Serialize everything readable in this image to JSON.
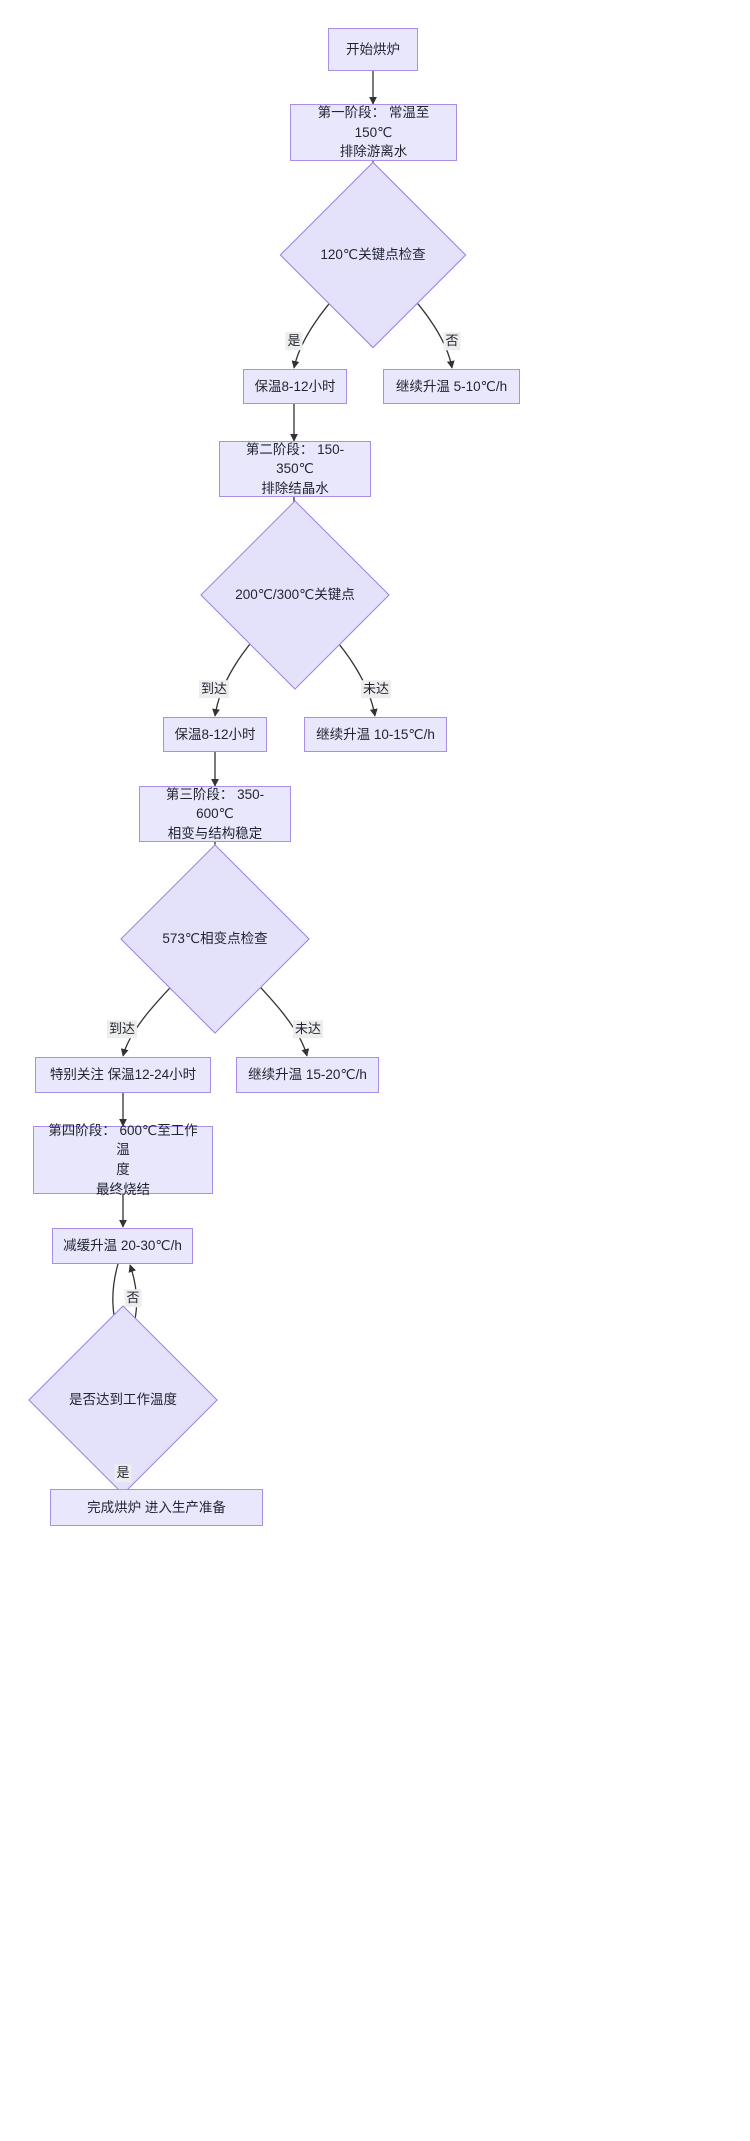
{
  "diagram": {
    "title": "烉炉升温流程图",
    "type": "flowchart",
    "direction": "top-to-bottom",
    "colors": {
      "node_fill": "#e9e7fb",
      "node_border": "#a98fe8",
      "decision_fill": "#e4e2fb",
      "decision_border": "#9a7ee4",
      "edge": "#333333",
      "text": "#1f2430",
      "edge_label_bg": "#ededed",
      "background": "#ffffff"
    }
  },
  "nodes": {
    "start": {
      "label": "开始烘炉",
      "shape": "rect"
    },
    "stage1": {
      "label": "第一阶段： 常温至150℃\n排除游离水",
      "shape": "rect"
    },
    "check120": {
      "label": "120℃关键点检查",
      "shape": "diamond"
    },
    "hold1": {
      "label": "保温8-12小时",
      "shape": "rect"
    },
    "heat1": {
      "label": "继续升温 5-10℃/h",
      "shape": "rect"
    },
    "stage2": {
      "label": "第二阶段： 150-350℃\n排除结晶水",
      "shape": "rect"
    },
    "check200300": {
      "label": "200℃/300℃关键点",
      "shape": "diamond"
    },
    "hold2": {
      "label": "保温8-12小时",
      "shape": "rect"
    },
    "heat2": {
      "label": "继续升温 10-15℃/h",
      "shape": "rect"
    },
    "stage3": {
      "label": "第三阶段： 350-600℃\n相变与结构稳定",
      "shape": "rect"
    },
    "check573": {
      "label": "573℃相变点检查",
      "shape": "diamond"
    },
    "hold3": {
      "label": "特别关注 保温12-24小时",
      "shape": "rect"
    },
    "heat3": {
      "label": "继续升温 15-20℃/h",
      "shape": "rect"
    },
    "stage4": {
      "label": "第四阶段： 600℃至工作温\n度\n最终烧结",
      "shape": "rect"
    },
    "slow": {
      "label": "减缓升温 20-30℃/h",
      "shape": "rect"
    },
    "checkwork": {
      "label": "是否达到工作温度",
      "shape": "diamond"
    },
    "finish": {
      "label": "完成烘炉 进入生产准备",
      "shape": "rect"
    }
  },
  "edge_labels": {
    "yes120": "是",
    "no120": "否",
    "reach200": "到达",
    "notreach200": "未达",
    "reach573": "到达",
    "notreach573": "未达",
    "nowork": "否",
    "yeswork": "是"
  }
}
